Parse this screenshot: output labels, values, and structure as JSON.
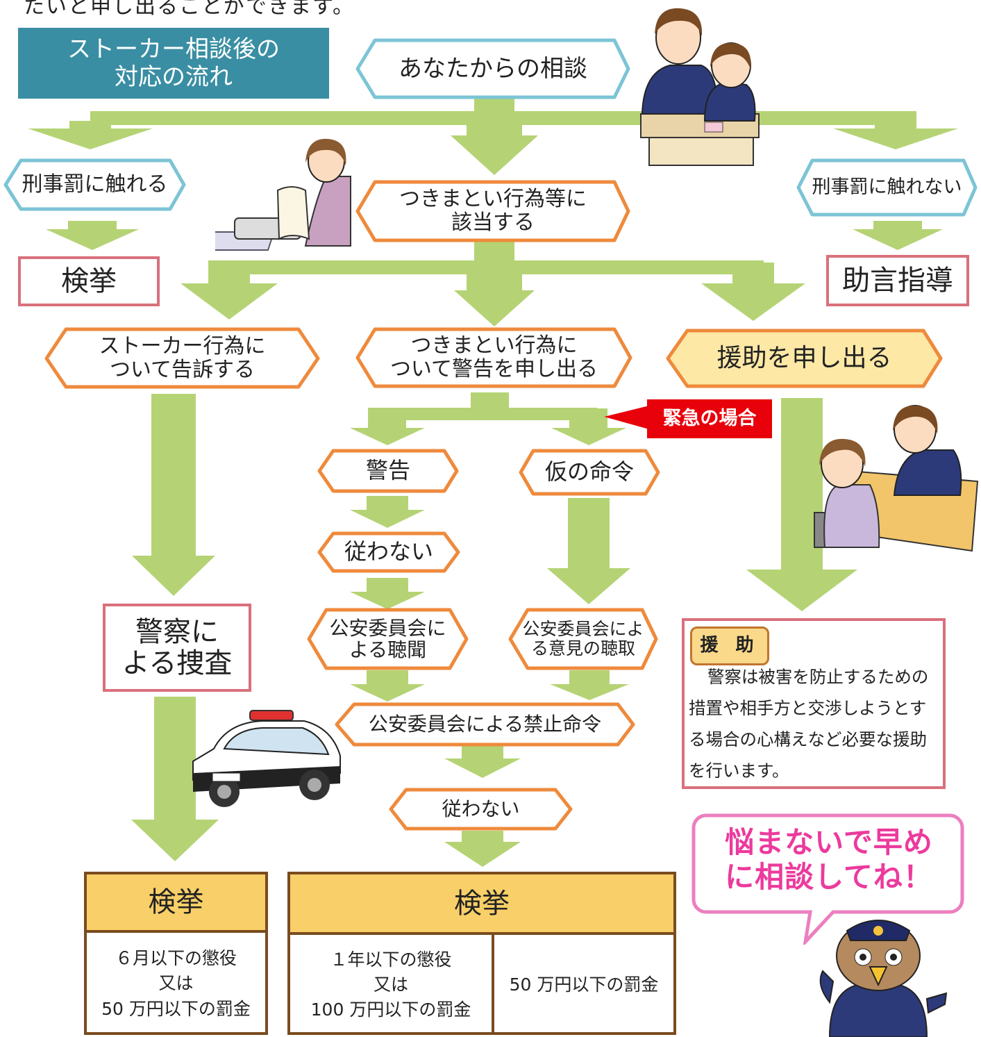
{
  "header": {
    "cut_text": "たいと申し出ることができます。",
    "title_line1": "ストーカー相談後の",
    "title_line2": "対応の流れ"
  },
  "colors": {
    "arrow": "#b5d374",
    "blue_outline": "#7cc4d6",
    "orange_outline": "#ee8a3c",
    "pink_border": "#d9707c",
    "brown_border": "#7a4b1f",
    "yellow_fill": "#fde8a6",
    "emergency_red": "#e8000a",
    "bubble_pink": "#ec3a9d"
  },
  "nodes": {
    "consult": {
      "line1": "あなたからの相談"
    },
    "criminal_yes": {
      "line1": "刑事罰に触れる"
    },
    "criminal_no": {
      "line1": "刑事罰に触れない"
    },
    "stalking_applies": {
      "line1": "つきまとい行為等に",
      "line2": "該当する"
    },
    "arrest_box": "検挙",
    "advice_box": "助言指導",
    "complaint": {
      "line1": "ストーカー行為に",
      "line2": "ついて告訴する"
    },
    "warning_request": {
      "line1": "つきまとい行為に",
      "line2": "ついて警告を申し出る"
    },
    "assist_request": {
      "line1": "援助を申し出る"
    },
    "warning": {
      "line1": "警告"
    },
    "provisional_order": {
      "line1": "仮の命令"
    },
    "not_comply_1": {
      "line1": "従わない"
    },
    "hearing": {
      "line1": "公安委員会に",
      "line2": "よる聴聞"
    },
    "opinion_hearing": {
      "line1": "公安委員会によ",
      "line2": "る意見の聴取"
    },
    "prohibition_order": {
      "line1": "公安委員会による禁止命令"
    },
    "not_comply_2": {
      "line1": "従わない"
    },
    "investigation": {
      "line1": "警察に",
      "line2": "よる捜査"
    }
  },
  "emergency_label": "緊急の場合",
  "results": {
    "left": {
      "header": "検挙",
      "line1": "６月以下の懲役",
      "line2": "又は",
      "line3": "50 万円以下の罰金"
    },
    "right": {
      "header": "検挙",
      "cell1_line1": "１年以下の懲役",
      "cell1_line2": "又は",
      "cell1_line3": "100 万円以下の罰金",
      "cell2": "50 万円以下の罰金"
    }
  },
  "assistance_note": {
    "title": "援 助",
    "body": "警察は被害を防止するための措置や相手方と交渉しようとする場合の心構えなど必要な援助を行います。"
  },
  "speech_bubble": {
    "line1": "悩まないで早め",
    "line2": "に相談してね！"
  },
  "illustrations": [
    "police-officer-with-woman",
    "woman-reading-scroll",
    "patrol-car-with-officers",
    "officer-assisting-woman",
    "police-mascot-bird"
  ]
}
